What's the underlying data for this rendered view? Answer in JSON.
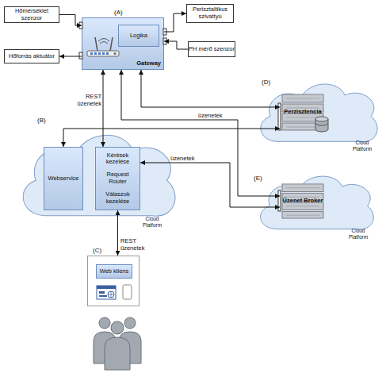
{
  "diagram": {
    "nodes": [
      {
        "text": [
          "Hőmérséklet szenzor"
        ]
      },
      {
        "text": [
          "(A)",
          "Gateway"
        ]
      },
      {
        "text": [
          "Logika"
        ],
        "in": 1
      },
      {
        "text": [
          "Perisztaltikus szivattyú"
        ]
      },
      {
        "text": [
          "Hőforrás aktuátor"
        ]
      },
      {
        "text": [
          "PH mérő szenzor"
        ]
      },
      {
        "text": [
          "(B)",
          "Cloud Platform"
        ]
      },
      {
        "text": [
          "Webservice"
        ],
        "in": 6
      },
      {
        "text": [
          "Kérések kezelése",
          "Request Router",
          "Válaszok kezelése"
        ],
        "in": 6
      },
      {
        "text": [
          "(D)",
          "Cloud Platform"
        ]
      },
      {
        "text": [
          "Perzisztencia"
        ],
        "in": 9
      },
      {
        "text": [
          "(E)",
          "Cloud Platform"
        ]
      },
      {
        "text": [
          "Üzenet Broker"
        ],
        "in": 11
      },
      {
        "text": [
          "(C)"
        ]
      },
      {
        "text": [
          "Web kliens"
        ],
        "in": 13
      }
    ],
    "edges": [
      {
        "from": 0,
        "to": 1,
        "arrow": "to"
      },
      {
        "from": 1,
        "to": 4,
        "arrow": "to"
      },
      {
        "from": 1,
        "to": 3,
        "arrow": "to"
      },
      {
        "from": 5,
        "to": 1,
        "arrow": "to"
      },
      {
        "from": 1,
        "to": 8,
        "label": "REST üzenetek",
        "arrow": "both"
      },
      {
        "from": 1,
        "to": 10,
        "arrow": "both"
      },
      {
        "from": 1,
        "to": 12,
        "label": "üzenetek",
        "arrow": "both"
      },
      {
        "from": 7,
        "to": 10,
        "arrow": "both"
      },
      {
        "from": 8,
        "to": 12,
        "label": "üzenetek",
        "arrow": "both"
      },
      {
        "from": 8,
        "to": 13,
        "label": "REST üzenetek",
        "arrow": "both"
      }
    ]
  }
}
